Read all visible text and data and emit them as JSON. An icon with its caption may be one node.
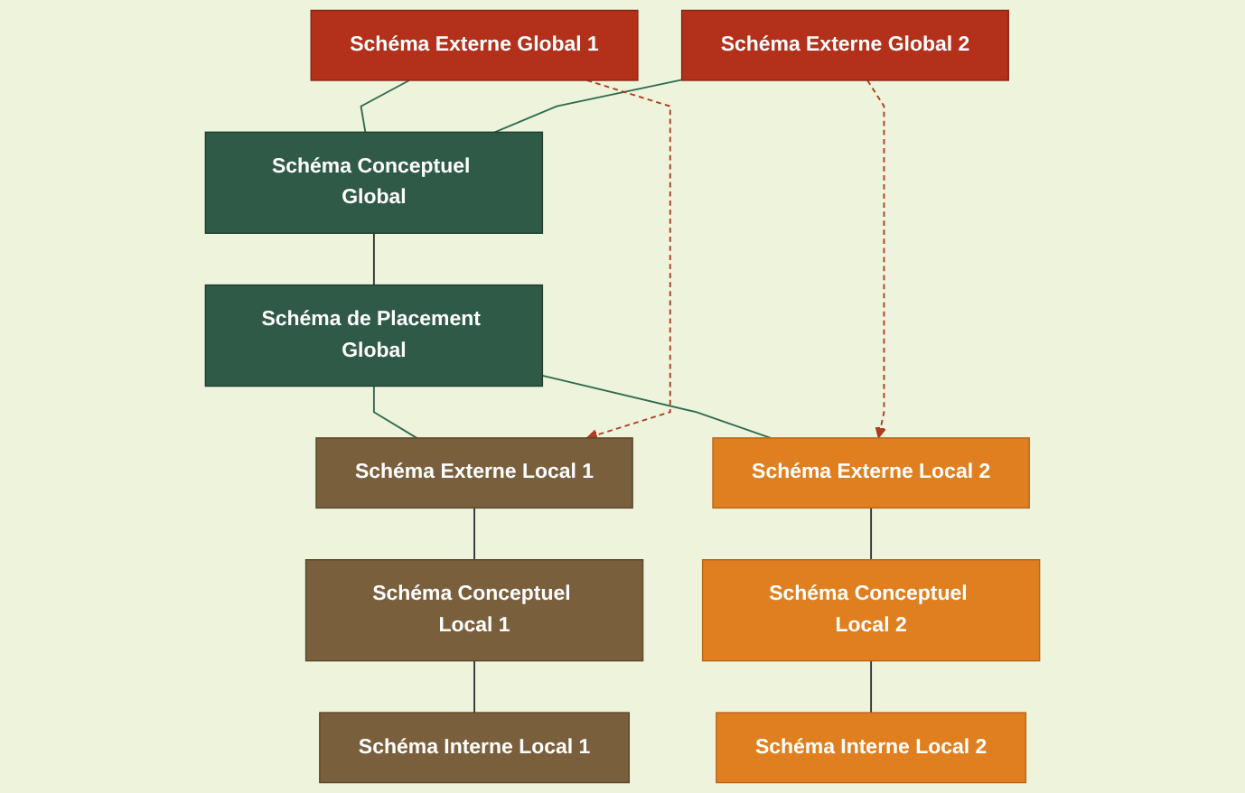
{
  "diagram": {
    "nodes": [
      {
        "text": [
          "Schéma Externe Global 1"
        ]
      },
      {
        "text": [
          "Schéma Externe Global 2"
        ]
      },
      {
        "text": [
          "Schéma Conceptuel Global"
        ]
      },
      {
        "text": [
          "Schéma de Placement Global"
        ]
      },
      {
        "text": [
          "Schéma Externe Local 1"
        ]
      },
      {
        "text": [
          "Schéma Conceptuel Local 1"
        ]
      },
      {
        "text": [
          "Schéma Interne Local 1"
        ]
      },
      {
        "text": [
          "Schéma Externe Local 2"
        ]
      },
      {
        "text": [
          "Schéma Conceptuel Local 2"
        ]
      },
      {
        "text": [
          "Schéma Interne Local 2"
        ]
      }
    ],
    "edges": [
      {
        "from": 0,
        "to": 2,
        "arrow": "none",
        "color": "#2e6b4f"
      },
      {
        "from": 1,
        "to": 2,
        "arrow": "none",
        "color": "#2e6b4f"
      },
      {
        "from": 2,
        "to": 3,
        "arrow": "none"
      },
      {
        "from": 3,
        "to": 4,
        "arrow": "none",
        "color": "#2e6b4f"
      },
      {
        "from": 3,
        "to": 7,
        "arrow": "none",
        "color": "#2e6b4f"
      },
      {
        "from": 4,
        "to": 5,
        "arrow": "none"
      },
      {
        "from": 5,
        "to": 6,
        "arrow": "none"
      },
      {
        "from": 7,
        "to": 8,
        "arrow": "none"
      },
      {
        "from": 8,
        "to": 9,
        "arrow": "none"
      },
      {
        "from": 0,
        "to": 4,
        "arrow": "to",
        "style": "dashed",
        "color": "#b03a1e"
      },
      {
        "from": 1,
        "to": 7,
        "arrow": "to",
        "style": "dashed",
        "color": "#b03a1e"
      }
    ]
  }
}
